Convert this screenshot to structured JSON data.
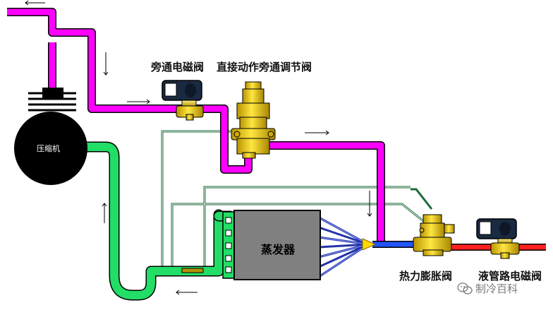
{
  "labels": {
    "bypass_solenoid": "旁通电磁阀",
    "direct_acting_bypass_regulator": "直接动作旁通调节阀",
    "compressor": "压缩机",
    "evaporator": "蒸发器",
    "thermal_expansion_valve": "热力膨胀阀",
    "liquid_line_solenoid": "液管路电磁阀"
  },
  "watermark": {
    "text": "制冷百科"
  },
  "colors": {
    "discharge": "#ff00ff",
    "suction": "#22dd66",
    "liquid": "#ff2020",
    "expansion_outlet": "#2255ff",
    "sensing_line": "#1e6a3a",
    "valve_body": "#e8c800",
    "coil": "#1a2a40",
    "compressor": "#000000",
    "evaporator": "#808080"
  },
  "icons": [
    "solenoid-coil-icon",
    "valve-body-icon",
    "flow-arrow-icon",
    "wechat-icon"
  ]
}
